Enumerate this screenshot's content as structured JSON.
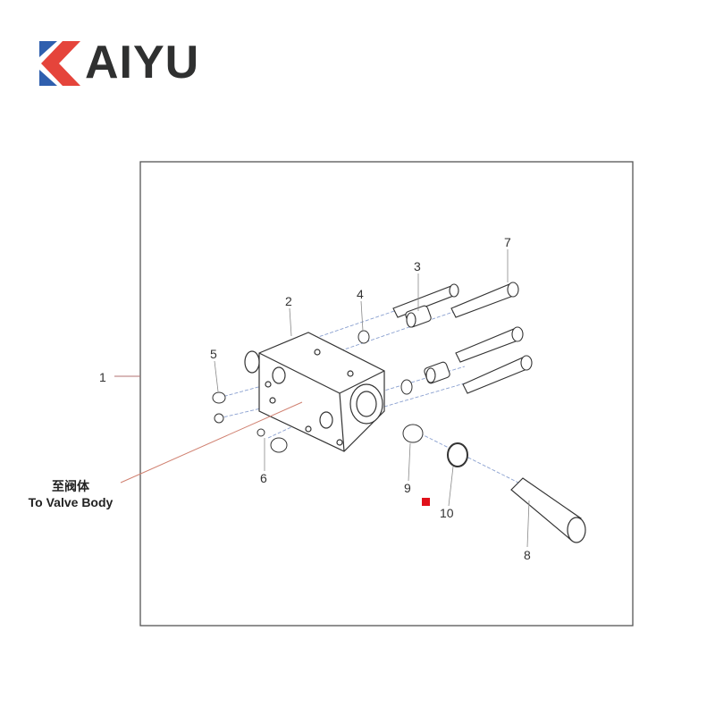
{
  "logo": {
    "text": "AIYU",
    "full_name": "KAIYU",
    "colors": {
      "blue": "#2f5fae",
      "red": "#e5443b",
      "text": "#2f3030"
    }
  },
  "diagram": {
    "part_numbers": [
      "1",
      "2",
      "3",
      "4",
      "5",
      "6",
      "7",
      "8",
      "9",
      "10"
    ],
    "annotation_zh": "至阀体",
    "annotation_en": "To Valve Body",
    "marker_color": "#e0101a"
  }
}
